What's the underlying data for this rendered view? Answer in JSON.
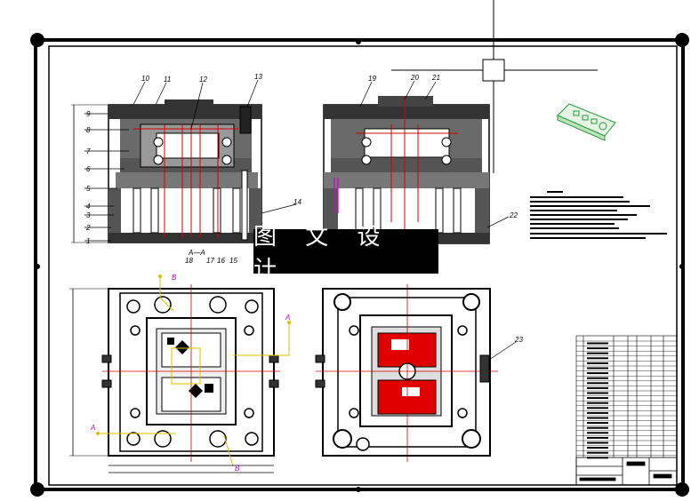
{
  "watermark": {
    "text": "图 文 设 计"
  },
  "callouts": {
    "left_view": [
      "9",
      "8",
      "7",
      "6",
      "5",
      "4",
      "3",
      "2",
      "1"
    ],
    "top_left": [
      "10",
      "11",
      "12",
      "13"
    ],
    "top_right": [
      "19",
      "20",
      "21"
    ],
    "bottom_left": [
      "18",
      "17",
      "16",
      "15"
    ],
    "side": [
      "14",
      "22",
      "23"
    ]
  },
  "section_marks": {
    "b": "B",
    "a": "A",
    "aa": "A—A"
  },
  "colors": {
    "line": "#000000",
    "center": "#d40000",
    "cavity": "#e00000",
    "marker": "#e0c000",
    "section": "#d000d0",
    "iso": "#2a9a3a"
  }
}
